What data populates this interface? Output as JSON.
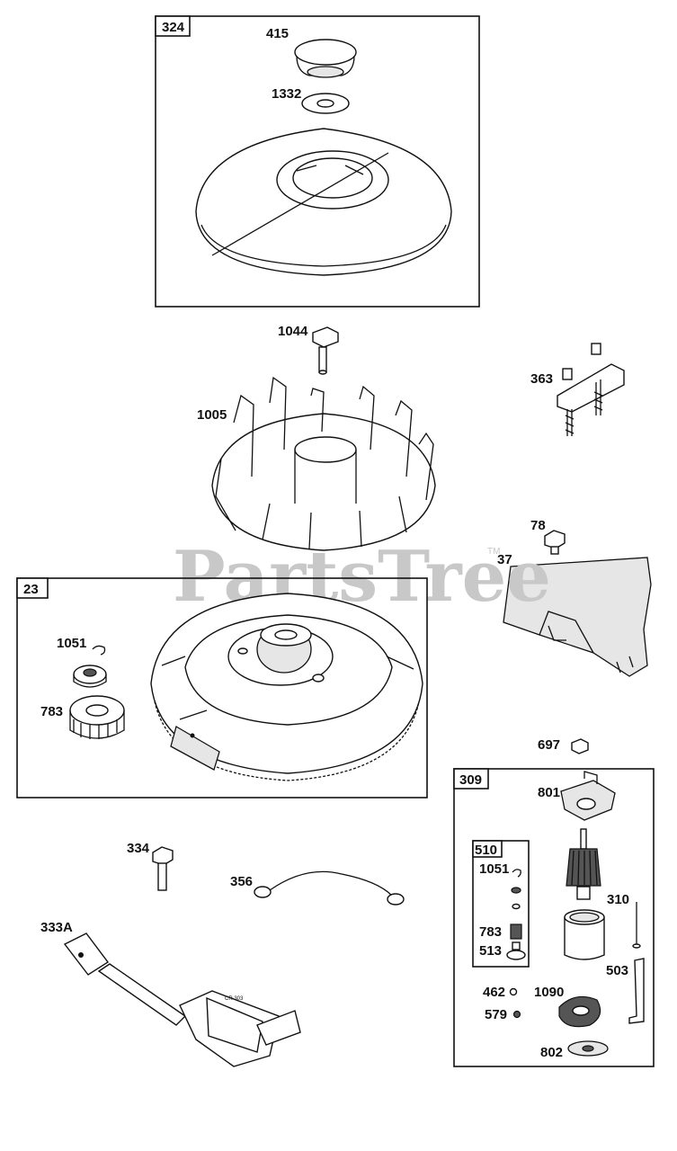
{
  "watermark": {
    "text": "PartsTree",
    "tm": "TM"
  },
  "boxes": {
    "b324": "324",
    "b23": "23",
    "b309": "309",
    "b510": "510"
  },
  "callouts": {
    "p415": "415",
    "p1332": "1332",
    "p1044": "1044",
    "p363": "363",
    "p1005": "1005",
    "p78": "78",
    "p37": "37",
    "p1051a": "1051",
    "p783a": "783",
    "p697": "697",
    "p801": "801",
    "p334": "334",
    "p356": "356",
    "p1051b": "1051",
    "p310": "310",
    "p333a": "333A",
    "p783b": "783",
    "p513": "513",
    "p503": "503",
    "p462": "462",
    "p1090": "1090",
    "p579": "579",
    "p802": "802"
  }
}
